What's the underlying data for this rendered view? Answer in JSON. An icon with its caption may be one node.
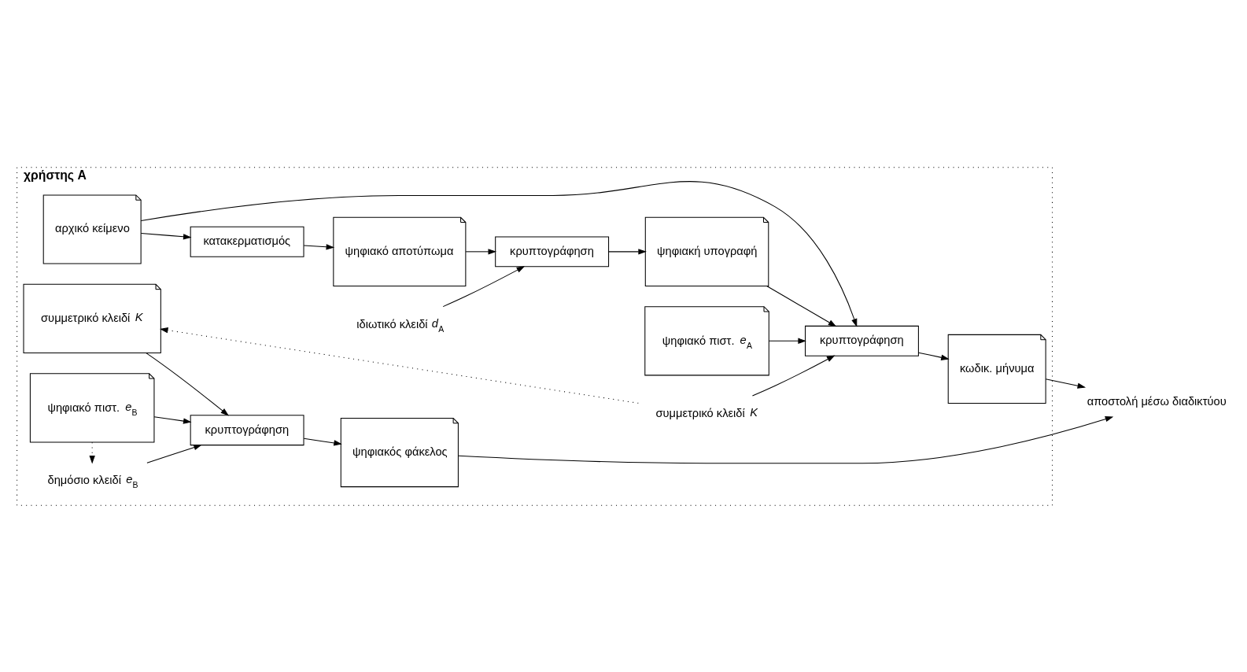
{
  "diagram": {
    "nodes": [
      {
        "text": [
          "χρήστης A"
        ]
      },
      {
        "text": [
          "κατακερματισμός"
        ],
        "in": 0
      },
      {
        "text": [
          "αρχικό κείμενο"
        ],
        "in": 0
      },
      {
        "text": [
          "ψηφιακό αποτύπωμα"
        ],
        "in": 0
      },
      {
        "text": [
          "κρυπτογράφηση"
        ],
        "in": 0
      },
      {
        "text": [
          "ψηφιακή υπογραφή"
        ],
        "in": 0
      },
      {
        "text": [
          "ιδιωτικό κλειδί *d*$_{A}$"
        ],
        "in": 0
      },
      {
        "text": [
          "ψηφιακό πιστ. *e*$_{A}$"
        ],
        "in": 0
      },
      {
        "text": [
          "κρυπτογράφηση"
        ],
        "in": 0
      },
      {
        "text": [
          "κωδικ. μήνυμα"
        ],
        "in": 0
      },
      {
        "text": [
          "συμμετρικό κλειδί *K*"
        ],
        "in": 0
      },
      {
        "text": [
          "συμμετρικό κλειδί *K*"
        ],
        "in": 0
      },
      {
        "text": [
          "ψηφιακό πιστ. *e*$_{B}$"
        ],
        "in": 0
      },
      {
        "text": [
          "κρυπτογράφηση"
        ],
        "in": 0
      },
      {
        "text": [
          "ψηφιακός φάκελος"
        ],
        "in": 0
      },
      {
        "text": [
          "δημόσιο κλειδί *e*$_{B}$"
        ],
        "in": 0
      },
      {
        "text": [
          "αποστολή μέσω διαδικτύου"
        ]
      }
    ],
    "edges": [
      {
        "from": 2,
        "to": 1,
        "arrow": "to"
      },
      {
        "from": 1,
        "to": 3,
        "arrow": "to"
      },
      {
        "from": 3,
        "to": 4,
        "arrow": "to"
      },
      {
        "from": 4,
        "to": 5,
        "arrow": "to"
      },
      {
        "from": 6,
        "to": 4,
        "arrow": "to"
      },
      {
        "from": 2,
        "to": 8,
        "arrow": "to"
      },
      {
        "from": 5,
        "to": 8,
        "arrow": "to"
      },
      {
        "from": 7,
        "to": 8,
        "arrow": "to"
      },
      {
        "from": 8,
        "to": 9,
        "arrow": "to"
      },
      {
        "from": 10,
        "to": 8,
        "arrow": "to"
      },
      {
        "from": 10,
        "to": 11,
        "arrow": "to",
        "style": "dashed"
      },
      {
        "from": 11,
        "to": 13,
        "arrow": "to"
      },
      {
        "from": 12,
        "to": 13,
        "arrow": "to"
      },
      {
        "from": 13,
        "to": 14,
        "arrow": "to"
      },
      {
        "from": 15,
        "to": 13,
        "arrow": "to"
      },
      {
        "from": 12,
        "to": 15,
        "arrow": "to",
        "style": "dashed"
      },
      {
        "from": 9,
        "to": 16,
        "arrow": "to"
      },
      {
        "from": 14,
        "to": 16,
        "arrow": "to"
      }
    ]
  }
}
